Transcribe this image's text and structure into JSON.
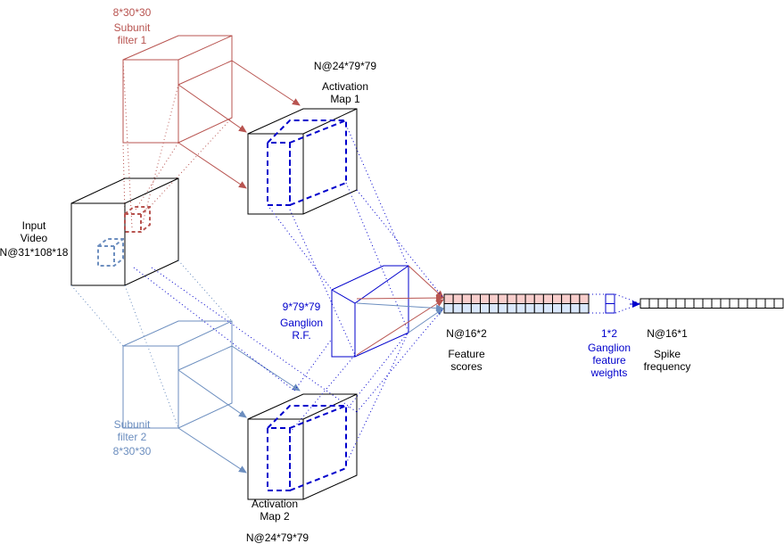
{
  "colors": {
    "black": "#000000",
    "red": "#b85450",
    "red_fill": "#f8cecc",
    "blue_light": "#6c8ebf",
    "blue_fill": "#dae8fc",
    "blue_dark": "#0000cc"
  },
  "labels": {
    "filter1_dims": "8*30*30",
    "filter1_name_1": "Subunit",
    "filter1_name_2": "filter 1",
    "act1_dims": "N@24*79*79",
    "act1_name_1": "Activation",
    "act1_name_2": "Map 1",
    "input_name_1": "Input",
    "input_name_2": "Video",
    "input_dims": "N@31*108*18",
    "ganglion_dims": "9*79*79",
    "ganglion_name_1": "Ganglion",
    "ganglion_name_2": "R.F.",
    "filter2_name_1": "Subunit",
    "filter2_name_2": "filter 2",
    "filter2_dims": "8*30*30",
    "act2_name_1": "Activation",
    "act2_name_2": "Map 2",
    "act2_dims": "N@24*79*79",
    "scores_dims": "N@16*2",
    "scores_name_1": "Feature",
    "scores_name_2": "scores",
    "weights_dims": "1*2",
    "weights_name_1": "Ganglion",
    "weights_name_2": "feature",
    "weights_name_3": "weights",
    "spike_dims": "N@16*1",
    "spike_name_1": "Spike",
    "spike_name_2": "frequency"
  },
  "feature_scores": {
    "columns": 16,
    "rows": 2
  },
  "spike_frequency": {
    "columns": 16
  },
  "weights": {
    "rows": 2
  }
}
